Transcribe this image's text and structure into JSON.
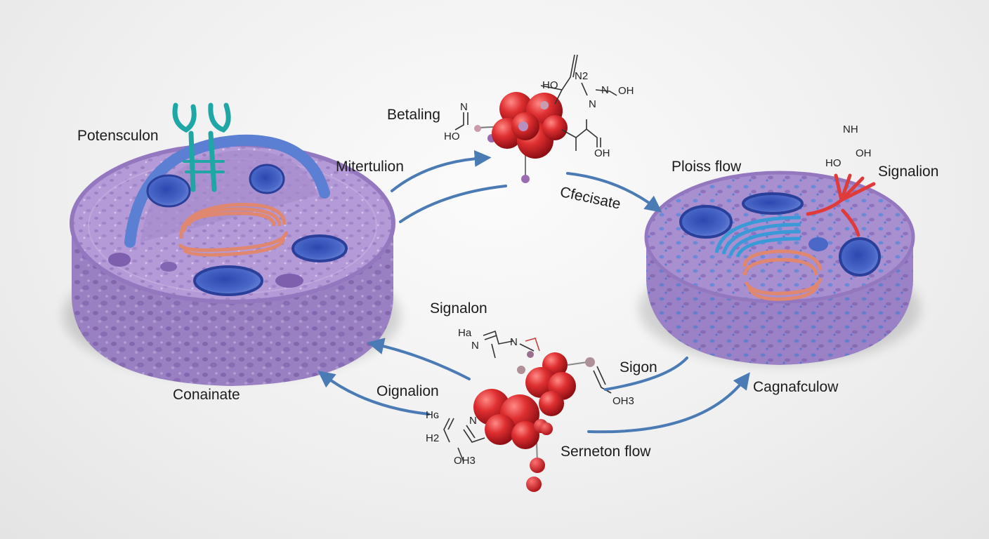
{
  "labels": {
    "potensculon": "Potensculon",
    "betaling": "Betaling",
    "mitertulion": "Mitertulion",
    "cfecisate": "Cfecisate",
    "ploiss_flow": "Ploiss flow",
    "signalion_right": "Signalion",
    "signalon": "Signalon",
    "sigon": "Sigon",
    "oignalion": "Oignalion",
    "conainate": "Conainate",
    "cagnafculow": "Cagnafculow",
    "serneton_flow": "Serneton flow"
  },
  "chem": {
    "n2": "N2",
    "ho_a": "HO",
    "n_a": "N",
    "oh_a": "OH",
    "n_b": "N",
    "ho_b": "HO",
    "oh_b": "OH",
    "n_c": "N",
    "nh": "NH",
    "ho_c": "HO",
    "oh_c": "OH",
    "ha": "Ha",
    "n_d": "N",
    "n_e": "N",
    "oh3_a": "OH3",
    "hg": "Hɢ",
    "n_f": "N",
    "h2": "H2",
    "oh3_b": "OH3"
  },
  "colors": {
    "cell_purple": "#a58bcc",
    "nucleus_blue": "#3c56b8",
    "mitochondria_orange": "#e08770",
    "molecule_red": "#d8262b",
    "arrow_blue": "#4a7bb5",
    "receptor_teal": "#1ea7a4",
    "receptor_red": "#e03b3b"
  }
}
